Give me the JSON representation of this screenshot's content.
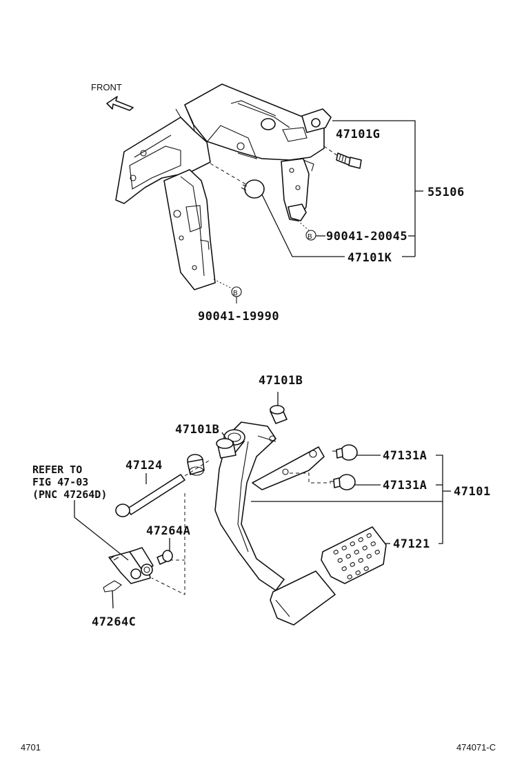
{
  "front_label": "FRONT",
  "bolt_marker": "B",
  "labels": {
    "p47101G": "47101G",
    "p55106": "55106",
    "p90041_20045": "90041-20045",
    "p47101K": "47101K",
    "p90041_19990": "90041-19990",
    "p47101B_top": "47101B",
    "p47101B_mid": "47101B",
    "p47124": "47124",
    "p47131A_1": "47131A",
    "p47131A_2": "47131A",
    "p47101": "47101",
    "p47264A": "47264A",
    "p47121": "47121",
    "p47264C": "47264C"
  },
  "reference_note": {
    "line1": "REFER TO",
    "line2": "FIG 47-03",
    "line3": "(PNC 47264D)"
  },
  "footer": {
    "left": "4701",
    "right": "474071-C"
  }
}
